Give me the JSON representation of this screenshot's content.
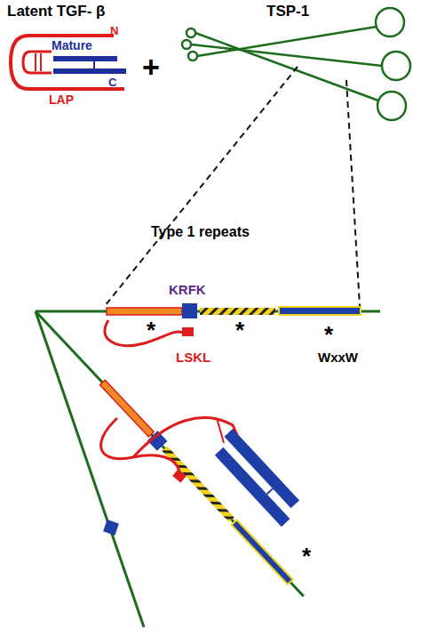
{
  "diagram": {
    "labels": [
      "Latent TGF- β",
      "N",
      "Mature",
      "C",
      "LAP",
      "+",
      "TSP-1",
      "Type 1 repeats",
      "KRFK",
      "LSKL",
      "*",
      "*",
      "*",
      "WxxW",
      "*"
    ]
  }
}
